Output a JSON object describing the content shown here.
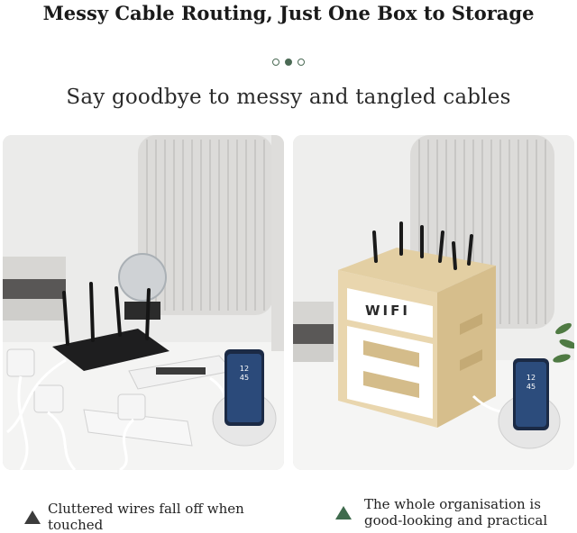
{
  "header": {
    "title": "Messy Cable Routing, Just One Box to Storage",
    "subtitle": "Say goodbye to messy and tangled cables"
  },
  "pagination": {
    "total": 3,
    "active_index": 1
  },
  "photos": {
    "left": {
      "phone_time": "12\n45"
    },
    "right": {
      "box_label": "WIFI",
      "phone_time": "12\n45"
    }
  },
  "captions": {
    "left": {
      "text": "Cluttered wires fall off when touched",
      "icon": "triangle-dark-icon"
    },
    "right": {
      "line1": "The whole organisation is",
      "line2": "good-looking and practical",
      "icon": "triangle-green-icon"
    }
  },
  "colors": {
    "accent_green": "#3f6b4d",
    "dark": "#3c3c3c"
  }
}
